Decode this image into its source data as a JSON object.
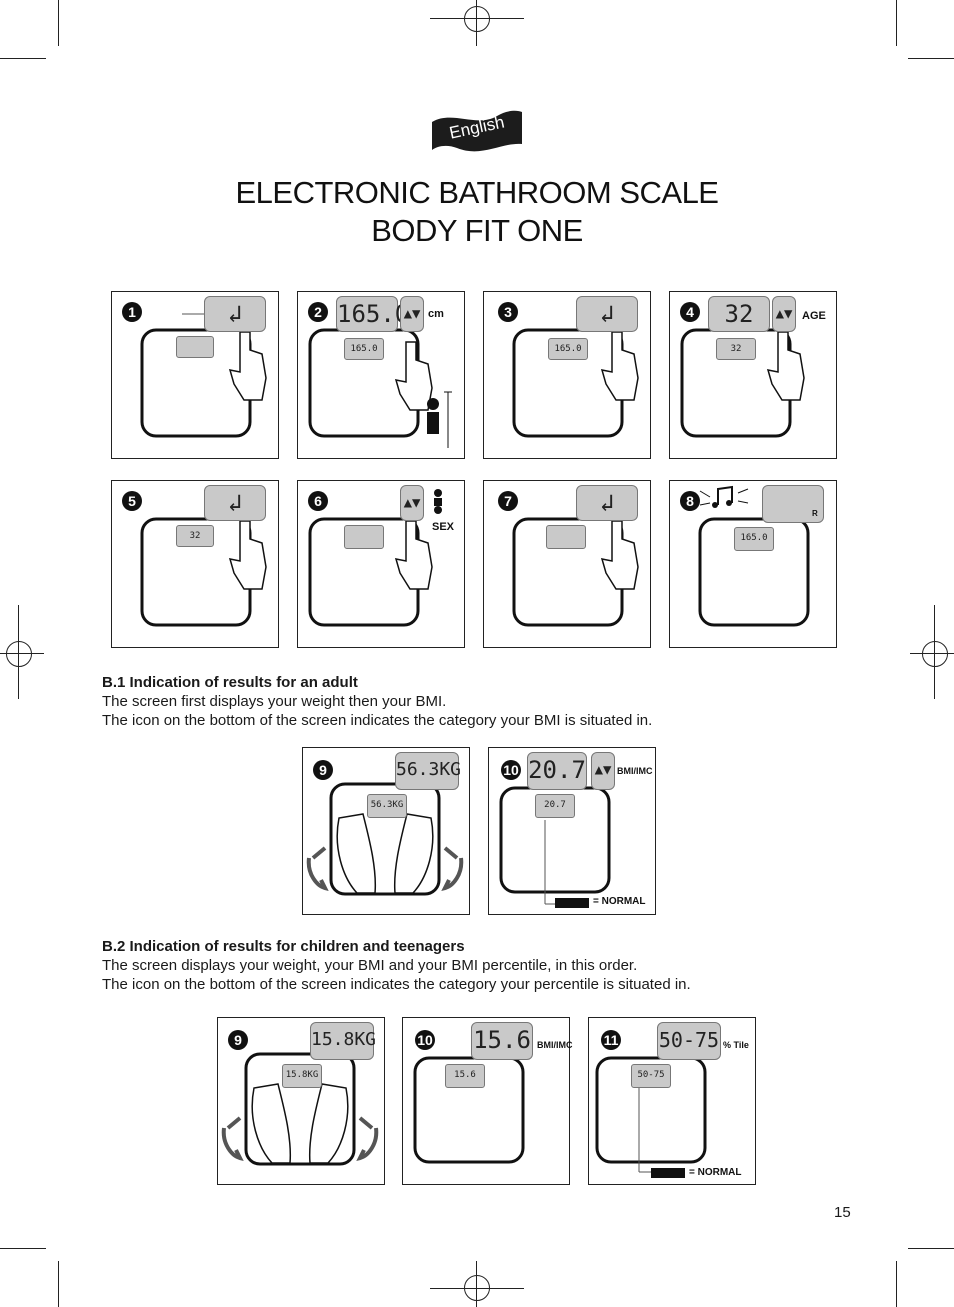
{
  "language_badge": "English",
  "title": {
    "line1": "ELECTRONIC BATHROOM SCALE",
    "line2": "BODY FIT ONE"
  },
  "steps_top": [
    {
      "num": "1",
      "display": "",
      "small_display": "",
      "label": ""
    },
    {
      "num": "2",
      "display": "165.0",
      "small_display": "165.0",
      "label": "cm"
    },
    {
      "num": "3",
      "display": "",
      "small_display": "165.0",
      "label": ""
    },
    {
      "num": "4",
      "display": "32",
      "small_display": "32",
      "label": "AGE"
    },
    {
      "num": "5",
      "display": "",
      "small_display": "32",
      "label": ""
    },
    {
      "num": "6",
      "display": "",
      "small_display": "",
      "label": "SEX"
    },
    {
      "num": "7",
      "display": "",
      "small_display": "",
      "label": ""
    },
    {
      "num": "8",
      "display": "",
      "small_display": "165.0",
      "label": "R"
    }
  ],
  "section_b1": {
    "heading": "B.1 Indication of results for an adult",
    "lines": [
      "The screen first displays your weight then your BMI.",
      "The icon on the bottom of the screen indicates the category your BMI is situated in."
    ],
    "figures": [
      {
        "num": "9",
        "display": "56.3KG",
        "small_display": "56.3KG"
      },
      {
        "num": "10",
        "display": "20.7",
        "small_display": "20.7",
        "label": "BMI/IMC",
        "legend": "= NORMAL"
      }
    ]
  },
  "section_b2": {
    "heading": "B.2 Indication of results for children and teenagers",
    "lines": [
      "The screen displays your weight, your BMI and your BMI percentile, in this order.",
      "The icon on the bottom of the screen indicates the category your percentile is situated in."
    ],
    "figures": [
      {
        "num": "9",
        "display": "15.8KG",
        "small_display": "15.8KG"
      },
      {
        "num": "10",
        "display": "15.6",
        "small_display": "15.6",
        "label": "BMI/IMC"
      },
      {
        "num": "11",
        "display": "50-75",
        "small_display": "50-75",
        "label": "% Tile",
        "legend": "= NORMAL"
      }
    ]
  },
  "page_number": "15"
}
